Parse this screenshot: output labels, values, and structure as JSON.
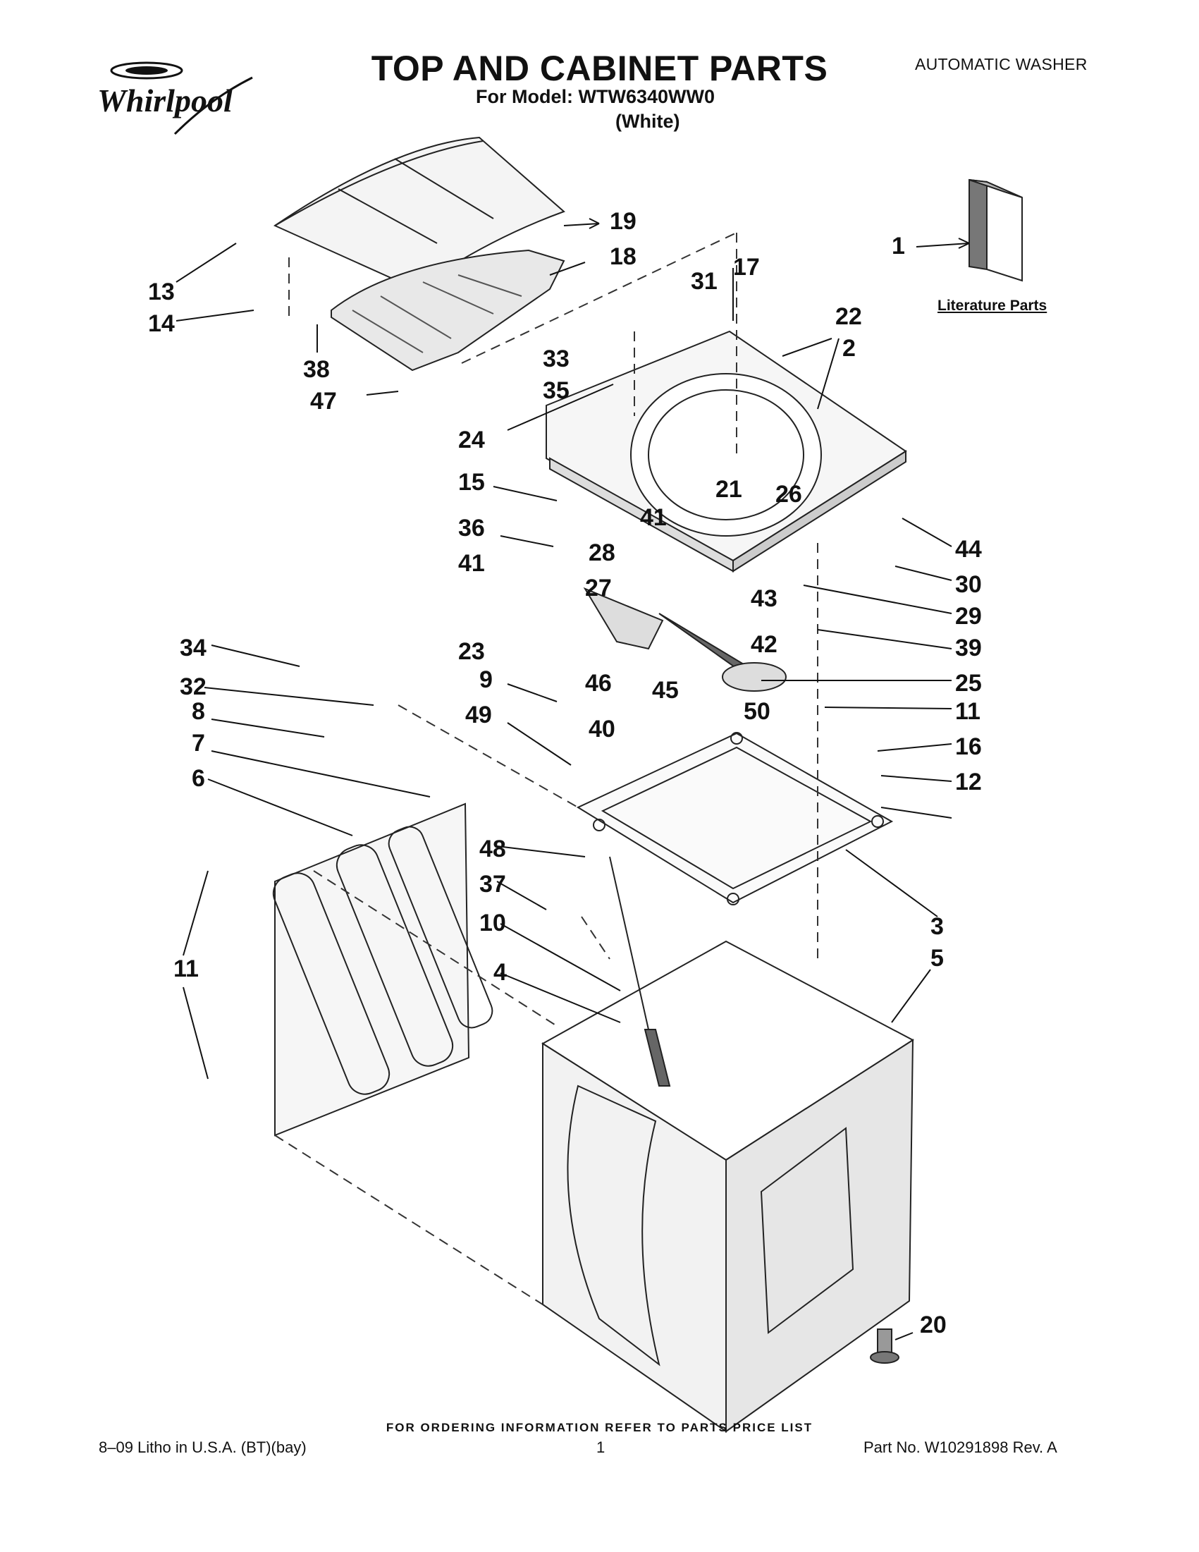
{
  "header": {
    "brand": "Whirlpool",
    "title": "TOP AND CABINET PARTS",
    "model_line": "For Model: WTW6340WW0",
    "color_line": "(White)",
    "product_type": "AUTOMATIC WASHER"
  },
  "literature": {
    "label": "Literature Parts"
  },
  "callouts": [
    "1",
    "2",
    "3",
    "4",
    "5",
    "6",
    "7",
    "8",
    "9",
    "10",
    "11",
    "11",
    "11",
    "12",
    "13",
    "14",
    "15",
    "16",
    "17",
    "18",
    "19",
    "20",
    "21",
    "22",
    "23",
    "24",
    "25",
    "26",
    "27",
    "28",
    "29",
    "30",
    "31",
    "32",
    "33",
    "34",
    "35",
    "36",
    "37",
    "38",
    "39",
    "40",
    "41",
    "41",
    "42",
    "43",
    "44",
    "45",
    "46",
    "47",
    "48",
    "49",
    "50"
  ],
  "footer": {
    "ordering": "FOR ORDERING INFORMATION REFER TO PARTS PRICE LIST",
    "litho": "8–09 Litho in U.S.A. (BT)(bay)",
    "page": "1",
    "part_no": "Part No. W10291898 Rev. A"
  }
}
